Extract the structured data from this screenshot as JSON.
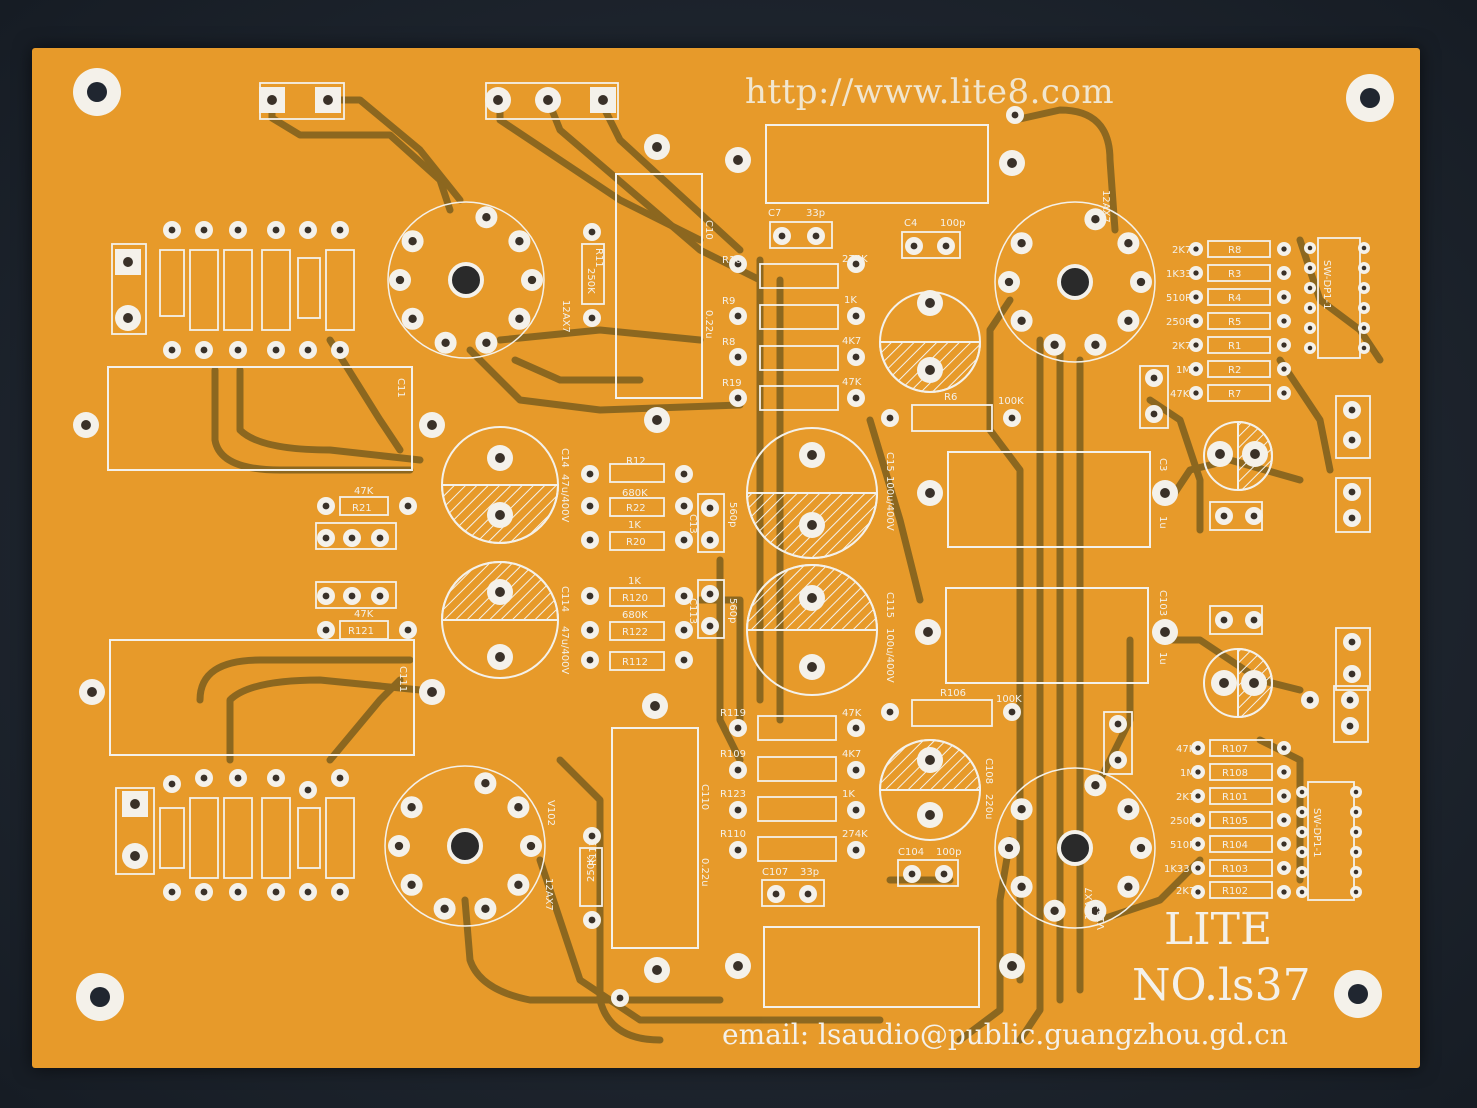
{
  "board": {
    "url": "http://www.lite8.com",
    "brand": "LITE",
    "model": "NO.ls37",
    "email": "email:  lsaudio@public.guangzhou.gd.cn"
  },
  "silkscreen": {
    "tube_v1": "12AX7",
    "tube_v2": "12AX7",
    "tube_v101": "12AX7",
    "tube_v102": "12AX7",
    "r10": "R10",
    "r10_val": "274K",
    "r9": "R9",
    "r9_val": "1K",
    "r8": "R8",
    "r8_val": "4K7",
    "r19": "R19",
    "r19_val": "47K",
    "r119": "R119",
    "r119_val": "47K",
    "r109": "R109",
    "r109_val": "4K7",
    "r123": "R123",
    "r123_val": "1K",
    "r110": "R110",
    "r110_val": "274K",
    "r6": "R6",
    "r6_val": "100K",
    "r106": "R106",
    "r106_val": "100K",
    "r12": "R12",
    "r22": "R22",
    "r22_val": "680K",
    "r20": "R20",
    "r20_val": "1K",
    "r120": "R120",
    "r120_val": "1K",
    "r122": "R122",
    "r122_val": "680K",
    "r112": "R112",
    "r21": "R21",
    "r21_val": "47K",
    "r121": "R121",
    "r121_val": "47K",
    "c15": "C15",
    "c15_val": "100u/400V",
    "c115": "C115",
    "c115_val": "100u/400V",
    "c14": "C14",
    "c14_val": "47u/400V",
    "c114": "C114",
    "c114_val": "47u/400V",
    "c3": "C3",
    "c103": "C103",
    "cap_1u": "1u",
    "c7": "C7",
    "c7_val": "33p",
    "c4": "C4",
    "c4_val": "100p",
    "c107": "C107",
    "c107_val": "33p",
    "c104": "C104",
    "c104_val": "100p",
    "c108": "C108",
    "c108_val": "220u",
    "c110": "C110",
    "c110_val": "0.22u",
    "c10": "C10",
    "c10_val": "0.22u",
    "c13": "C13",
    "c113": "C113",
    "c13_val": "560p",
    "c11": "C11",
    "c111": "C111",
    "r1": "R1",
    "r2": "R2",
    "r3": "R3",
    "r4": "R4",
    "r5": "R5",
    "r7": "R7",
    "r101": "R101",
    "r102": "R102",
    "r103": "R103",
    "r104": "R104",
    "r105": "R105",
    "r107": "R107",
    "r108": "R108",
    "v_2k7": "2K7",
    "v_1k33": "1K33",
    "v_510r": "510R",
    "v_250r": "250R",
    "v_1m": "1M",
    "v_47k": "47K",
    "r111": "R111",
    "r111_val": "250K",
    "r11": "R11",
    "r11_val": "250K",
    "sw_label": "SW-DP1-1",
    "v102": "V102",
    "v101": "V101"
  },
  "colors": {
    "board": "#e79a2a",
    "trace": "#7d5f1e",
    "silk": "#f4f1ea"
  }
}
